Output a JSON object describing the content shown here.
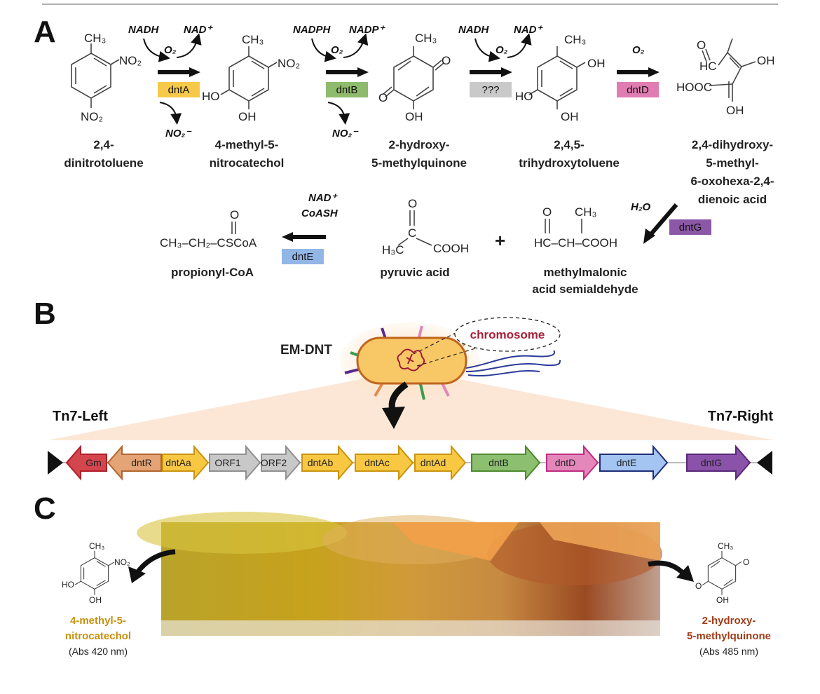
{
  "panel_labels": {
    "a": "A",
    "b": "B",
    "c": "C"
  },
  "panel_a": {
    "compounds": [
      {
        "name_lines": [
          "2,4-",
          "dinitrotoluene"
        ],
        "atoms": [
          "CH₃",
          "NO₂",
          "NO₂"
        ]
      },
      {
        "name_lines": [
          "4-methyl-5-",
          "nitrocatechol"
        ],
        "atoms": [
          "CH₃",
          "NO₂",
          "HO",
          "OH"
        ]
      },
      {
        "name_lines": [
          "2-hydroxy-",
          "5-methylquinone"
        ],
        "atoms": [
          "CH₃",
          "O",
          "O",
          "OH"
        ]
      },
      {
        "name_lines": [
          "2,4,5-",
          "trihydroxytoluene"
        ],
        "atoms": [
          "CH₃",
          "OH",
          "HO",
          "OH"
        ]
      },
      {
        "name_lines": [
          "2,4-dihydroxy-",
          "5-methyl-",
          "6-oxohexa-2,4-",
          "dienoic acid"
        ],
        "atoms": [
          "O",
          "HC",
          "OH",
          "HOOC",
          "OH"
        ]
      },
      {
        "name_lines": [
          "methylmalonic",
          "acid semialdehyde"
        ],
        "atoms": [
          "O",
          "CH₃",
          "HC–CH–COOH"
        ]
      },
      {
        "name_lines": [
          "pyruvic acid"
        ],
        "atoms": [
          "O",
          "C",
          "H₃C",
          "COOH"
        ]
      },
      {
        "name_lines": [
          "propionyl-CoA"
        ],
        "atoms": [
          "O",
          "CH₃–CH₂–CSCoA"
        ]
      }
    ],
    "steps": [
      {
        "enzyme": "dntA",
        "color": "#f7c948",
        "cofactor_in": "NADH",
        "cofactor_out": "NAD⁺",
        "o2": "O₂",
        "byproduct": "NO₂⁻"
      },
      {
        "enzyme": "dntB",
        "color": "#8fbb6c",
        "cofactor_in": "NADPH",
        "cofactor_out": "NADP⁺",
        "o2": "O₂",
        "byproduct": "NO₂⁻"
      },
      {
        "enzyme": "???",
        "color": "#c9c9c9",
        "cofactor_in": "NADH",
        "cofactor_out": "NAD⁺",
        "o2": "O₂"
      },
      {
        "enzyme": "dntD",
        "color": "#e07db2",
        "o2": "O₂"
      },
      {
        "enzyme": "dntG",
        "color": "#8b57a6",
        "cofactor_in": "H₂O"
      },
      {
        "enzyme": "dntE",
        "color": "#92b6e6",
        "cofactor_in": "NAD⁺",
        "cofactor_in2": "CoASH"
      }
    ],
    "plus": "+"
  },
  "panel_b": {
    "strain": "EM-DNT",
    "chromosome_label": "chromosome",
    "tn7_left": "Tn7-Left",
    "tn7_right": "Tn7-Right",
    "genes": [
      {
        "label": "Gm",
        "color": "#d4454e",
        "stroke": "#b01e2a",
        "direction": "left"
      },
      {
        "label": "dntR",
        "color": "#e4a476",
        "stroke": "#b0662c",
        "direction": "left"
      },
      {
        "label": "dntAa",
        "color": "#f8c842",
        "stroke": "#c89410",
        "direction": "right"
      },
      {
        "label": "ORF1",
        "color": "#c8c8c8",
        "stroke": "#909090",
        "direction": "right"
      },
      {
        "label": "ORF2",
        "color": "#c8c8c8",
        "stroke": "#909090",
        "direction": "right"
      },
      {
        "label": "dntAb",
        "color": "#f8c842",
        "stroke": "#c89410",
        "direction": "right"
      },
      {
        "label": "dntAc",
        "color": "#f8c842",
        "stroke": "#c89410",
        "direction": "right"
      },
      {
        "label": "dntAd",
        "color": "#f8c842",
        "stroke": "#c89410",
        "direction": "right"
      },
      {
        "label": "dntB",
        "color": "#8cc070",
        "stroke": "#4e8a30",
        "direction": "right"
      },
      {
        "label": "dntD",
        "color": "#e488bc",
        "stroke": "#c02c80",
        "direction": "right"
      },
      {
        "label": "dntE",
        "color": "#a4c4f2",
        "stroke": "#1e2e78",
        "direction": "right"
      },
      {
        "label": "dntG",
        "color": "#8a52a8",
        "stroke": "#5a2878",
        "direction": "right"
      }
    ]
  },
  "panel_c": {
    "left": {
      "atoms": [
        "CH₃",
        "NO₂",
        "HO",
        "OH"
      ],
      "name_lines": [
        "4-methyl-5-",
        "nitrocatechol"
      ],
      "abs": "(Abs 420 nm)",
      "color": "#c8900c"
    },
    "right": {
      "atoms": [
        "CH₃",
        "O",
        "O",
        "OH"
      ],
      "name_lines": [
        "2-hydroxy-",
        "5-methylquinone"
      ],
      "abs": "(Abs 485 nm)",
      "color": "#9e3c18"
    }
  }
}
